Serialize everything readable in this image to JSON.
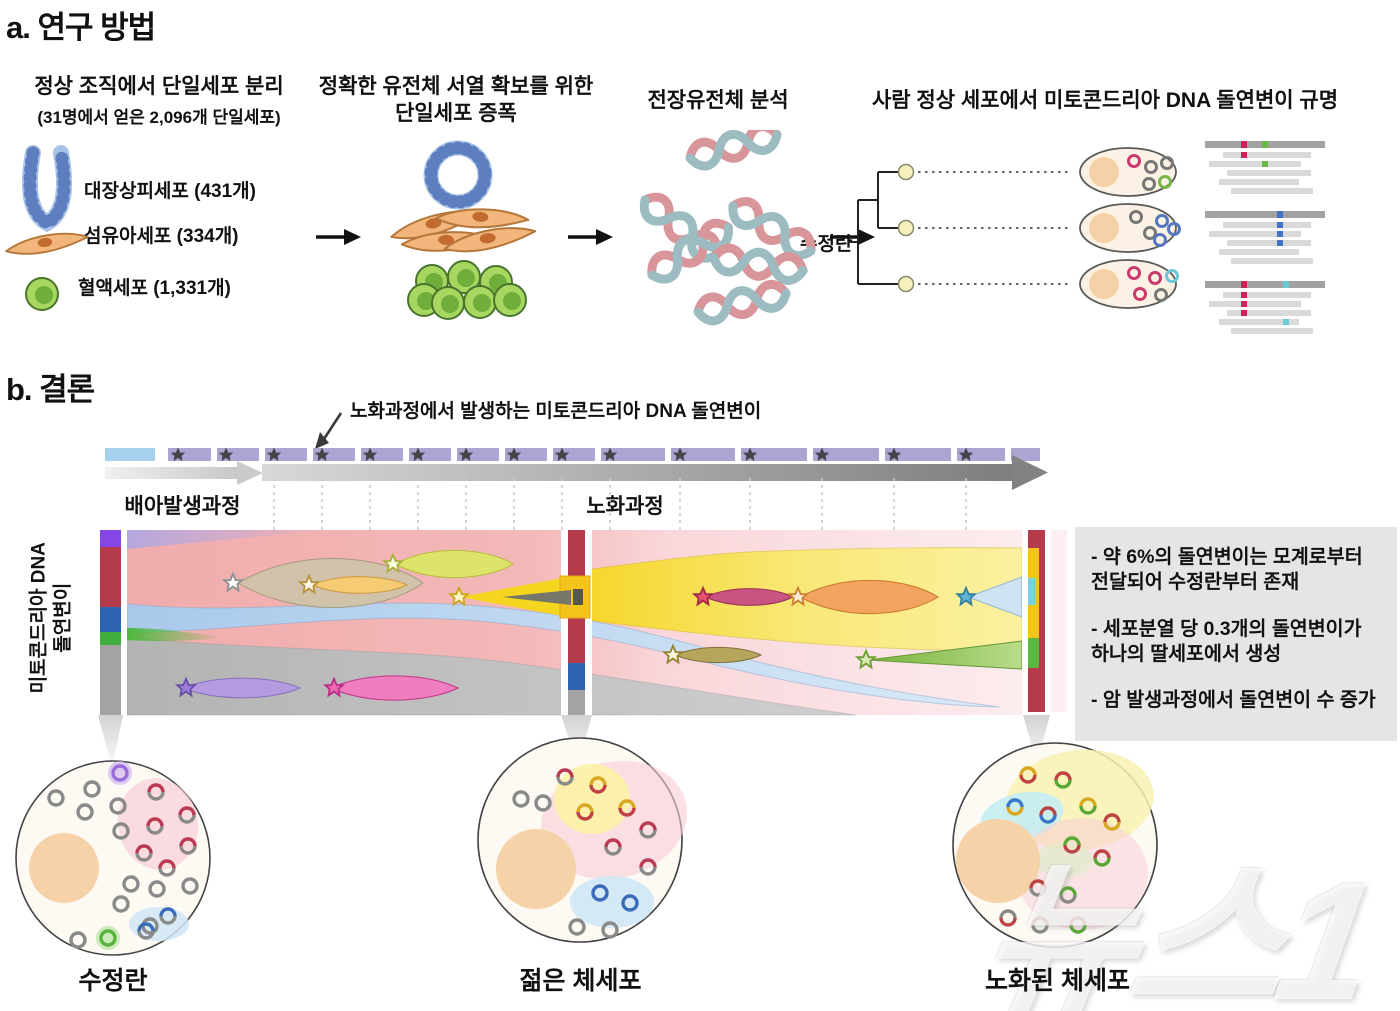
{
  "section_a": {
    "title": "a. 연구 방법",
    "steps": [
      {
        "title": "정상 조직에서 단일세포 분리",
        "subtitle": "(31명에서 얻은 2,096개 단일세포)"
      },
      {
        "title": "정확한 유전체 서열 확보를 위한\n단일세포 증폭"
      },
      {
        "title": "전장유전체 분석"
      },
      {
        "title": "사람 정상 세포에서 미토콘드리아 DNA 돌연변이 규명"
      }
    ],
    "cell_types": [
      {
        "label": "대장상피세포 (431개)"
      },
      {
        "label": "섬유아세포 (334개)"
      },
      {
        "label": "혈액세포 (1,331개)"
      }
    ],
    "tree_root_label": "수정란"
  },
  "section_b": {
    "title": "b. 결론",
    "annotation": "노화과정에서 발생하는 미토콘드리아 DNA 돌연변이",
    "timeline": {
      "phase1": "배아발생과정",
      "phase2": "노화과정"
    },
    "y_axis_label": "미토콘드리아 DNA\n돌연변이",
    "conclusions": [
      "- 약 6%의 돌연변이는 모계로부터 전달되어 수정란부터 존재",
      "- 세포분열 당 0.3개의 돌연변이가 하나의 딸세포에서 생성",
      "- 암 발생과정에서 돌연변이 수 증가"
    ],
    "cells": [
      {
        "label": "수정란"
      },
      {
        "label": "젊은 체세포"
      },
      {
        "label": "노화된 체세포"
      }
    ]
  },
  "watermark": "뉴스1",
  "colors": {
    "crimson_bar": "#b43a4c",
    "lavender_timeline": "#aba5d2",
    "embryo_segment_blue": "#a6d2ee",
    "yellow_stream": "#f4c41d",
    "blue_bar": "#2e63b0",
    "green_bar": "#3fae3c",
    "conclusion_box_bg": "#e5e5e5"
  }
}
